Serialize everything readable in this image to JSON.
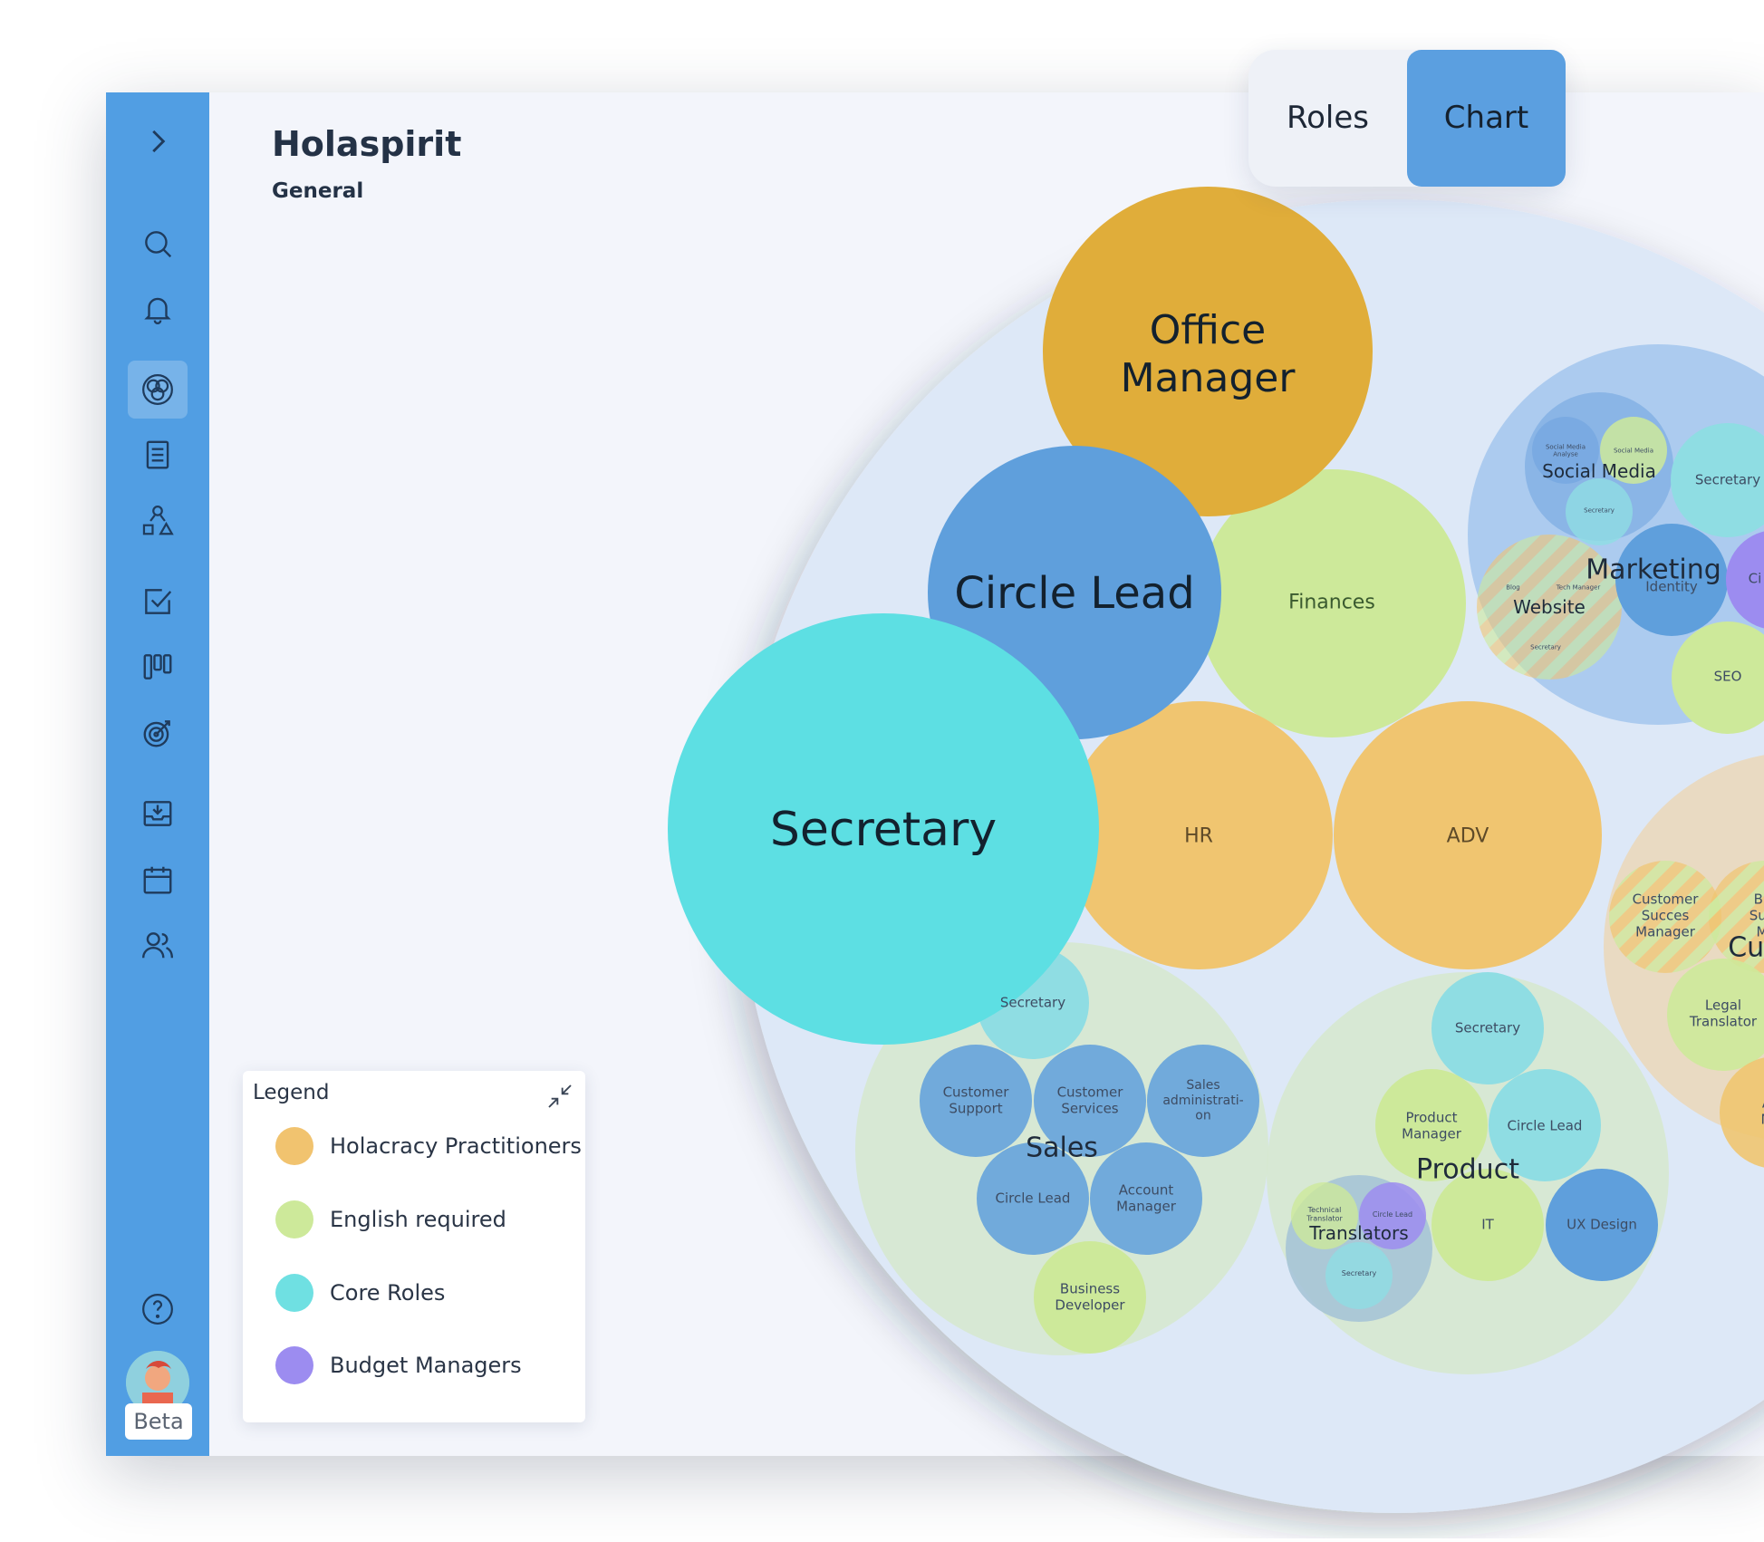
{
  "app": {
    "title": "Holaspirit",
    "subtitle": "General"
  },
  "view_toggle": {
    "roles_label": "Roles",
    "chart_label": "Chart",
    "active": "Chart"
  },
  "sidebar": {
    "items": [
      {
        "icon": "chevron-right-icon"
      },
      {
        "icon": "search-icon"
      },
      {
        "icon": "bell-icon"
      },
      {
        "icon": "circles-icon",
        "active": true
      },
      {
        "icon": "document-icon"
      },
      {
        "icon": "shapes-icon"
      },
      {
        "icon": "checkbox-icon"
      },
      {
        "icon": "kanban-icon"
      },
      {
        "icon": "target-icon"
      },
      {
        "icon": "inbox-icon"
      },
      {
        "icon": "calendar-icon"
      },
      {
        "icon": "users-icon"
      },
      {
        "icon": "help-icon"
      }
    ],
    "beta_label": "Beta"
  },
  "legend": {
    "title": "Legend",
    "items": [
      {
        "label": "Holacracy Practitioners",
        "color": "#f1c36f"
      },
      {
        "label": "English required",
        "color": "#cde99a"
      },
      {
        "label": "Core Roles",
        "color": "#6fe0e2"
      },
      {
        "label": "Budget Managers",
        "color": "#9c8cf0"
      }
    ]
  },
  "chart_data": {
    "type": "circle-packing",
    "colors": {
      "core": "#5ddfe3",
      "lead": "#5f9fdc",
      "practitioner": "#f0c570",
      "office": "#e0ad3a",
      "english": "#cde99a",
      "budget": "#9c8cf0",
      "root": "#dde8f7"
    },
    "focused_roles": [
      {
        "label": "Secretary",
        "type": "core"
      },
      {
        "label": "Circle Lead",
        "type": "lead"
      },
      {
        "label": "Office Manager",
        "type": "office"
      },
      {
        "label": "Finances",
        "type": "english"
      },
      {
        "label": "HR",
        "type": "practitioner"
      },
      {
        "label": "ADV",
        "type": "practitioner"
      }
    ],
    "circles": [
      {
        "name": "Sales",
        "roles": [
          "Secretary",
          "Customer Support",
          "Customer Services",
          "Sales administrati-on",
          "Circle Lead",
          "Account Manager",
          "Business Developer"
        ]
      },
      {
        "name": "Product",
        "roles": [
          "Secretary",
          "Product Manager",
          "Circle Lead",
          "IT",
          "UX Design"
        ]
      },
      {
        "name": "Translators",
        "roles": [
          "Technical Translator",
          "Circle Lead",
          "Secretary"
        ]
      },
      {
        "name": "Marketing",
        "roles": [
          "Secretary",
          "Identity",
          "SEO",
          "Ci"
        ]
      },
      {
        "name": "Social Media",
        "roles": [
          "Social Media Analyse",
          "Social Media",
          "Secretary"
        ]
      },
      {
        "name": "Website",
        "roles": [
          "Blog",
          "Tech Manager",
          "Secretary"
        ]
      },
      {
        "name": "Cus",
        "roles": [
          "Customer Succes Manager",
          "Bil Sub M",
          "Legal Translator",
          "A M"
        ]
      }
    ]
  }
}
